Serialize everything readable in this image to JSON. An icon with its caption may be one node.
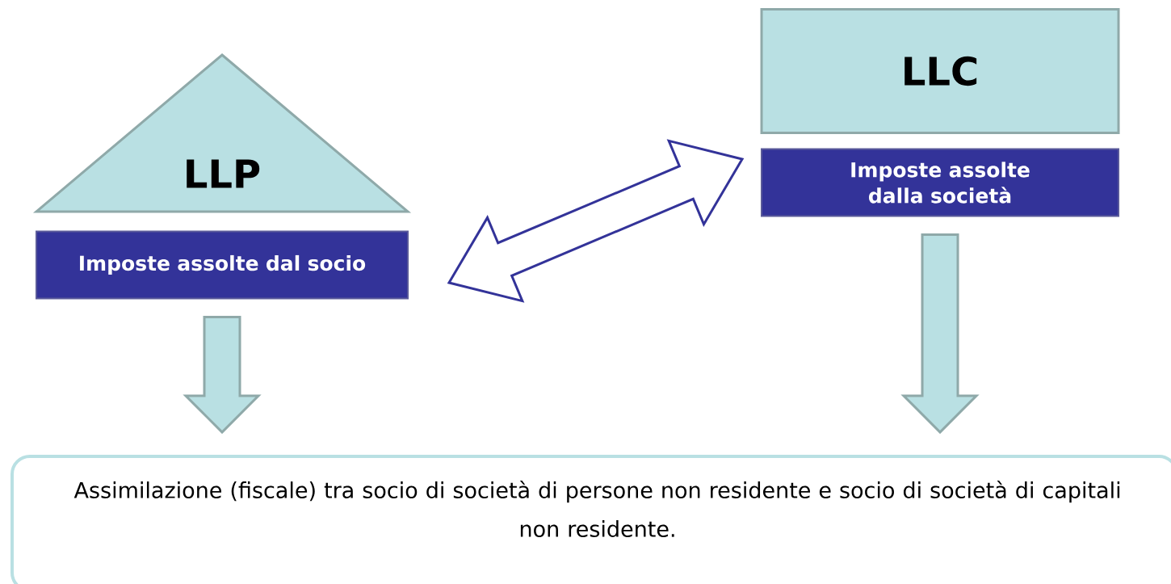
{
  "diagram": {
    "nodes": [
      {
        "text": [
          "LLP"
        ]
      },
      {
        "text": [
          "Imposte assolte dal socio"
        ]
      },
      {
        "text": [
          "LLC"
        ]
      },
      {
        "text": [
          "Imposte assolte dalla società"
        ]
      },
      {
        "text": [
          "Assimilazione (fiscale) tra socio di società di persone non residente e socio di società di capitali non residente."
        ]
      }
    ],
    "edges": [
      {
        "from": 1,
        "to": 3,
        "arrow": "both"
      },
      {
        "from": 1,
        "to": 4,
        "arrow": "to"
      },
      {
        "from": 3,
        "to": 4,
        "arrow": "to"
      }
    ]
  }
}
